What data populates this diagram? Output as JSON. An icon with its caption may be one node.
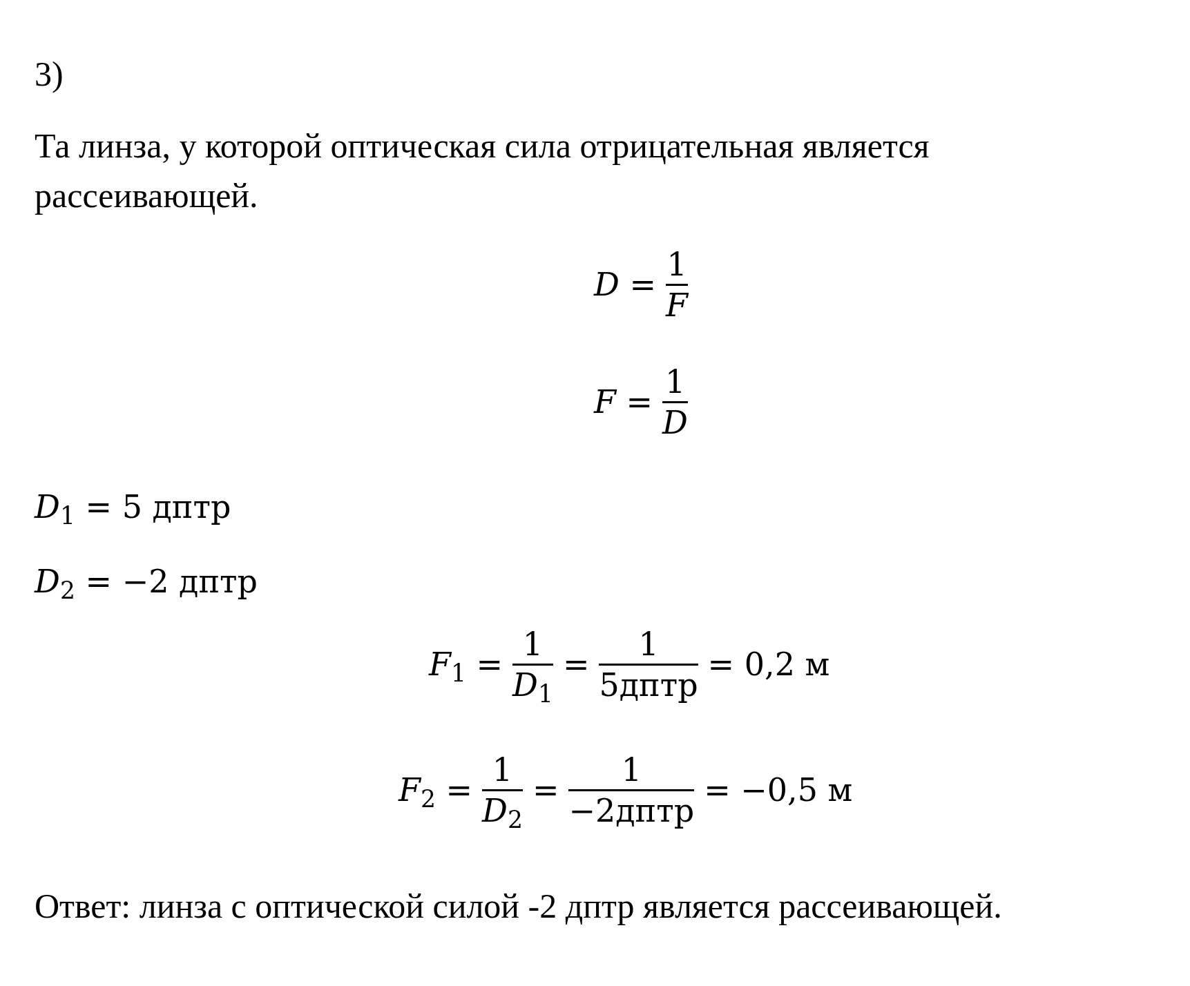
{
  "diagram": {
    "labels": [
      "3)",
      "Та линза, у которой оптическая сила отрицательная является рассеивающей.",
      "*D* =",
      "1",
      "*F*",
      "*F* =",
      "1",
      "*D*",
      "*D*$_{1}$ = 5 дптр",
      "*D*$_{2}$ = −2 дптр",
      "*F*$_{1}$ =",
      "1",
      "*D*$_{1}$",
      "=",
      "1",
      "5дптр",
      "= 0,2 м",
      "*F*$_{2}$ =",
      "1",
      "*D*$_{2}$",
      "=",
      "1",
      "−2дптр",
      "= −0,5 м",
      "Ответ: линза с оптической силой -2 дптр является рассеивающей."
    ]
  }
}
